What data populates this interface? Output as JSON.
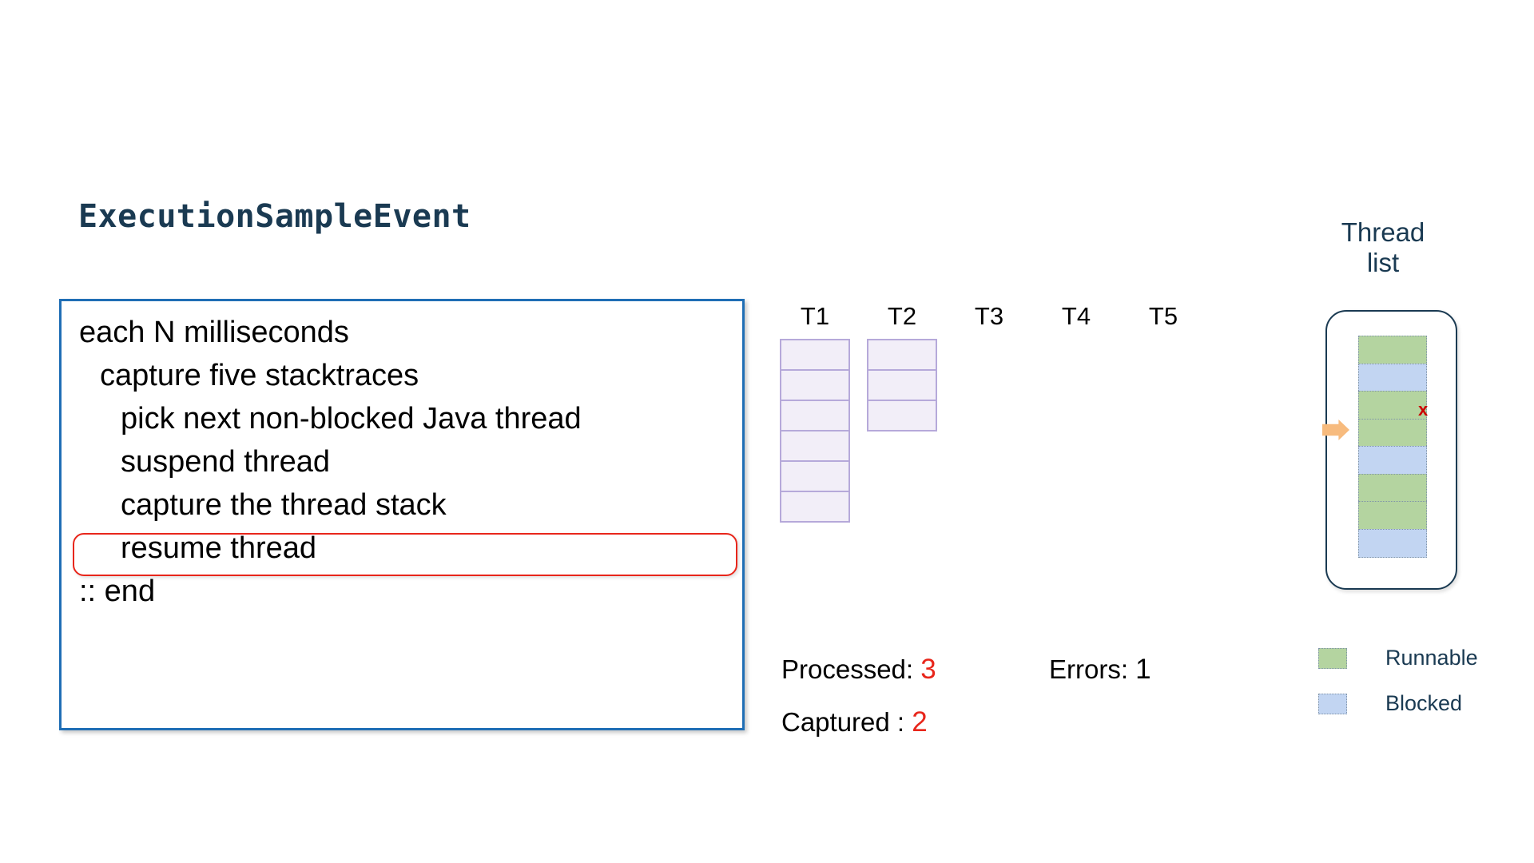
{
  "title": "ExecutionSampleEvent",
  "pseudocode": {
    "lines": [
      {
        "text": "each N milliseconds",
        "indent": 0,
        "highlighted": false
      },
      {
        "text": "capture five stacktraces",
        "indent": 1,
        "highlighted": false
      },
      {
        "text": "pick next non-blocked Java thread",
        "indent": 2,
        "highlighted": false
      },
      {
        "text": "suspend thread",
        "indent": 2,
        "highlighted": false
      },
      {
        "text": "capture the thread stack",
        "indent": 2,
        "highlighted": true
      },
      {
        "text": "resume thread",
        "indent": 2,
        "highlighted": false
      },
      {
        "text": ":: end",
        "indent": 0,
        "highlighted": false
      }
    ],
    "highlight_color": "#e8261b",
    "border_color": "#1f6eb5"
  },
  "stacks": {
    "columns": [
      {
        "label": "T1",
        "cells": 6
      },
      {
        "label": "T2",
        "cells": 3
      },
      {
        "label": "T3",
        "cells": 0
      },
      {
        "label": "T4",
        "cells": 0
      },
      {
        "label": "T5",
        "cells": 0
      }
    ],
    "cell_fill": "#f2eef8",
    "cell_border": "#b6a9da"
  },
  "counters": [
    {
      "label": "Processed:",
      "value": "3",
      "value_color": "red"
    },
    {
      "label": "Errors:",
      "value": "1",
      "value_color": "black"
    },
    {
      "label": "Captured  :",
      "value": "2",
      "value_color": "red"
    }
  ],
  "thread_list": {
    "title_line1": "Thread",
    "title_line2": "list",
    "cells": [
      {
        "state": "runnable"
      },
      {
        "state": "blocked"
      },
      {
        "state": "runnable"
      },
      {
        "state": "runnable"
      },
      {
        "state": "blocked"
      },
      {
        "state": "runnable"
      },
      {
        "state": "runnable"
      },
      {
        "state": "blocked"
      }
    ],
    "error_marker": "x",
    "pointer_target_index": 3
  },
  "legend": [
    {
      "state": "runnable",
      "label": "Runnable",
      "color": "#b4d4a0"
    },
    {
      "state": "blocked",
      "label": "Blocked",
      "color": "#c2d5f2"
    }
  ]
}
